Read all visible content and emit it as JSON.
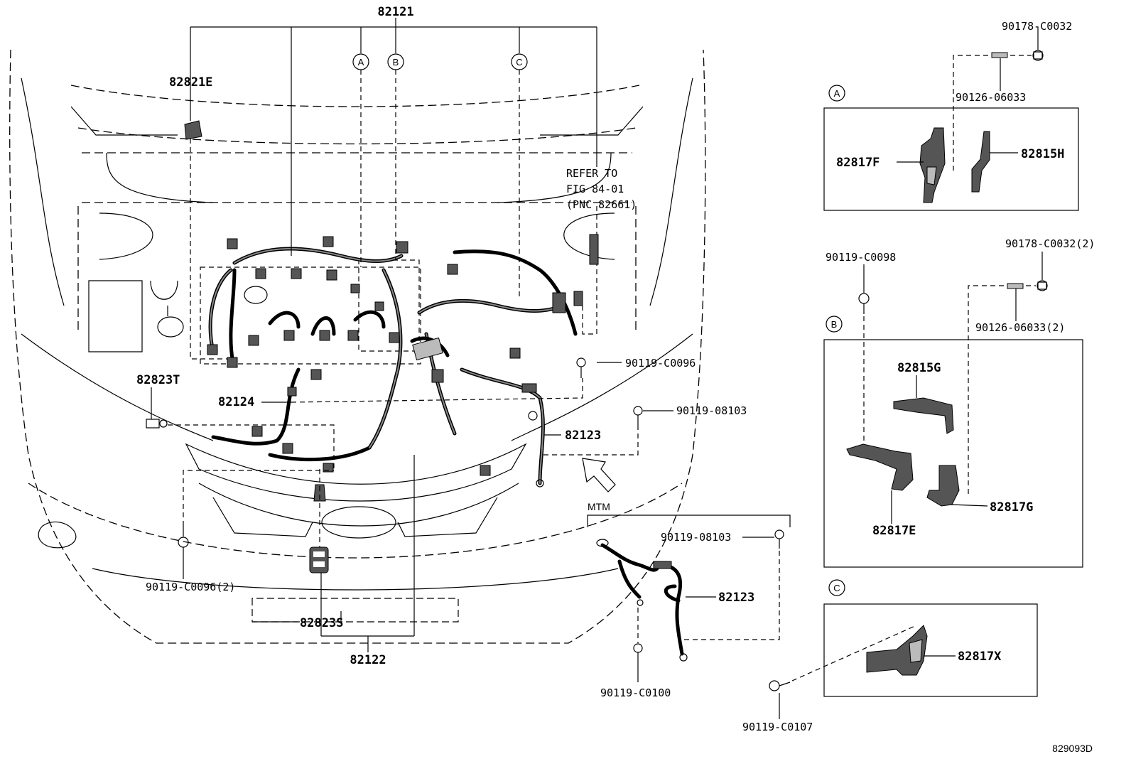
{
  "diagram": {
    "drawing_number": "829093D",
    "callout_letters": {
      "a": "A",
      "b": "B",
      "c": "C"
    },
    "labels": {
      "main_harness": "82121",
      "engine_room_harness": "82122",
      "wire_82123": "82123",
      "wire_82124": "82124",
      "clamp_82821E": "82821E",
      "connector_82823T": "82823T",
      "connector_82823S": "82823S",
      "refer_line1": "REFER TO",
      "refer_line2": "FIG 84-01",
      "refer_line3": "(PNC 82661)",
      "bolt_c0096": "90119-C0096",
      "bolt_08103": "90119-08103",
      "bolt_c0096_2": "90119-C0096(2)",
      "mtm": "MTM",
      "mtm_bolt_08103": "90119-08103",
      "mtm_wire_82123": "82123",
      "mtm_bolt_c0100": "90119-C0100",
      "a_nut": "90178-C0032",
      "a_stud": "90126-06033",
      "a_bracket_f": "82817F",
      "a_bracket_h": "82815H",
      "b_bolt": "90119-C0098",
      "b_nut": "90178-C0032(2)",
      "b_stud": "90126-06033(2)",
      "b_bracket_g": "82815G",
      "b_bracket_e": "82817E",
      "b_bracket_17g": "82817G",
      "c_bracket_x": "82817X",
      "c_bolt": "90119-C0107"
    }
  }
}
